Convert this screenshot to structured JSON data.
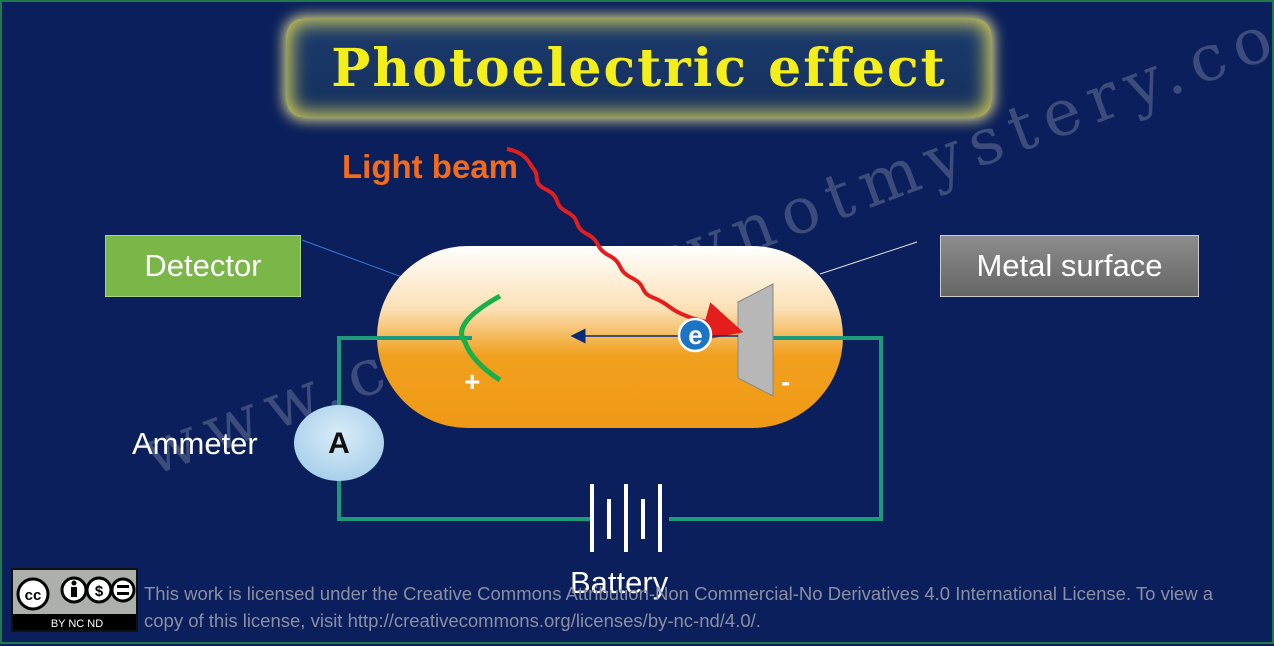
{
  "title": "Photoelectric effect",
  "labels": {
    "light_beam": "Light beam",
    "detector": "Detector",
    "metal_surface": "Metal surface",
    "ammeter": "Ammeter",
    "ammeter_symbol": "A",
    "battery": "Battery",
    "electron": "e",
    "plus": "+",
    "minus": "-"
  },
  "watermark": "www.chemistrynotmystery.com/",
  "license": {
    "badge_text": "BY NC ND",
    "text": "This work is licensed under the Creative Commons Attribution-Non Commercial-No Derivatives 4.0 International License. To view a copy of this license, visit http://creativecommons.org/licenses/by-nc-nd/4.0/."
  },
  "colors": {
    "background": "#0a1f5c",
    "title_text": "#f4ef1a",
    "light_beam": "#f26a1b",
    "wire": "#1e9a7a",
    "detector_arc": "#17b04a",
    "tube": "#f0a01e",
    "electron": "#1b75c4",
    "beam_line": "#e41d1d"
  }
}
